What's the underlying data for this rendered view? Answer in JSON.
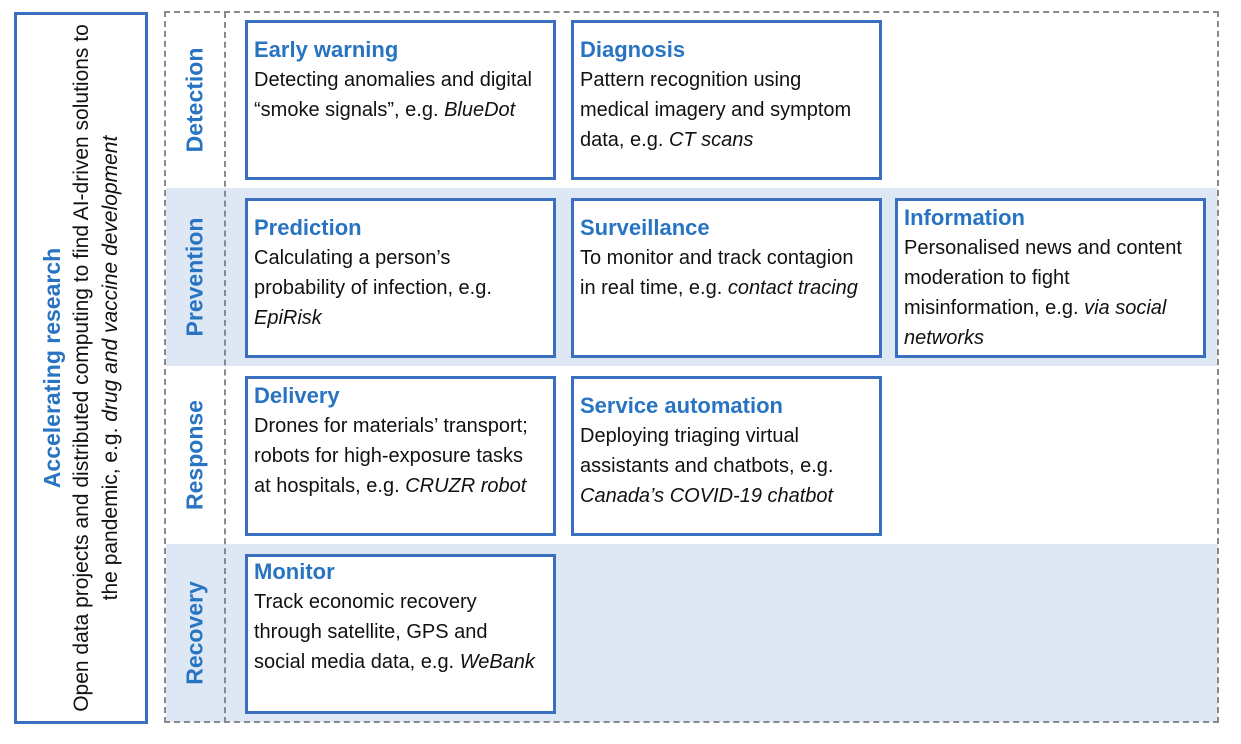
{
  "left_panel": {
    "title": "Accelerating research",
    "body": "Open data projects and distributed computing to find AI-driven solutions to the pandemic, e.g. ",
    "body_italic": "drug and vaccine development"
  },
  "rows": {
    "detection": "Detection",
    "prevention": "Prevention",
    "response": "Response",
    "recovery": "Recovery"
  },
  "cards": {
    "early_warning": {
      "title": "Early warning",
      "body": "Detecting anomalies and digital “smoke signals”, e.g. ",
      "example": "BlueDot"
    },
    "diagnosis": {
      "title": "Diagnosis",
      "body": "Pattern recognition using medical imagery and symptom data, e.g. ",
      "example": "CT scans"
    },
    "prediction": {
      "title": "Prediction",
      "body": "Calculating a person’s probability of infection, e.g. ",
      "example": "EpiRisk"
    },
    "surveillance": {
      "title": "Surveillance",
      "body": "To monitor and track contagion in real time, e.g. ",
      "example": "contact tracing"
    },
    "information": {
      "title": "Information",
      "body": "Personalised news and content moderation to fight misinformation, e.g. ",
      "example": "via social networks"
    },
    "delivery": {
      "title": "Delivery",
      "body": "Drones for materials’ transport; robots for high-exposure tasks at hospitals, e.g. ",
      "example": "CRUZR robot"
    },
    "service_automation": {
      "title": "Service automation",
      "body": "Deploying triaging virtual assistants and chatbots, e.g. ",
      "example": "Canada’s COVID-19 chatbot"
    },
    "monitor": {
      "title": "Monitor",
      "body": "Track economic recovery through satellite, GPS and social media data, e.g. ",
      "example": "WeBank"
    }
  }
}
